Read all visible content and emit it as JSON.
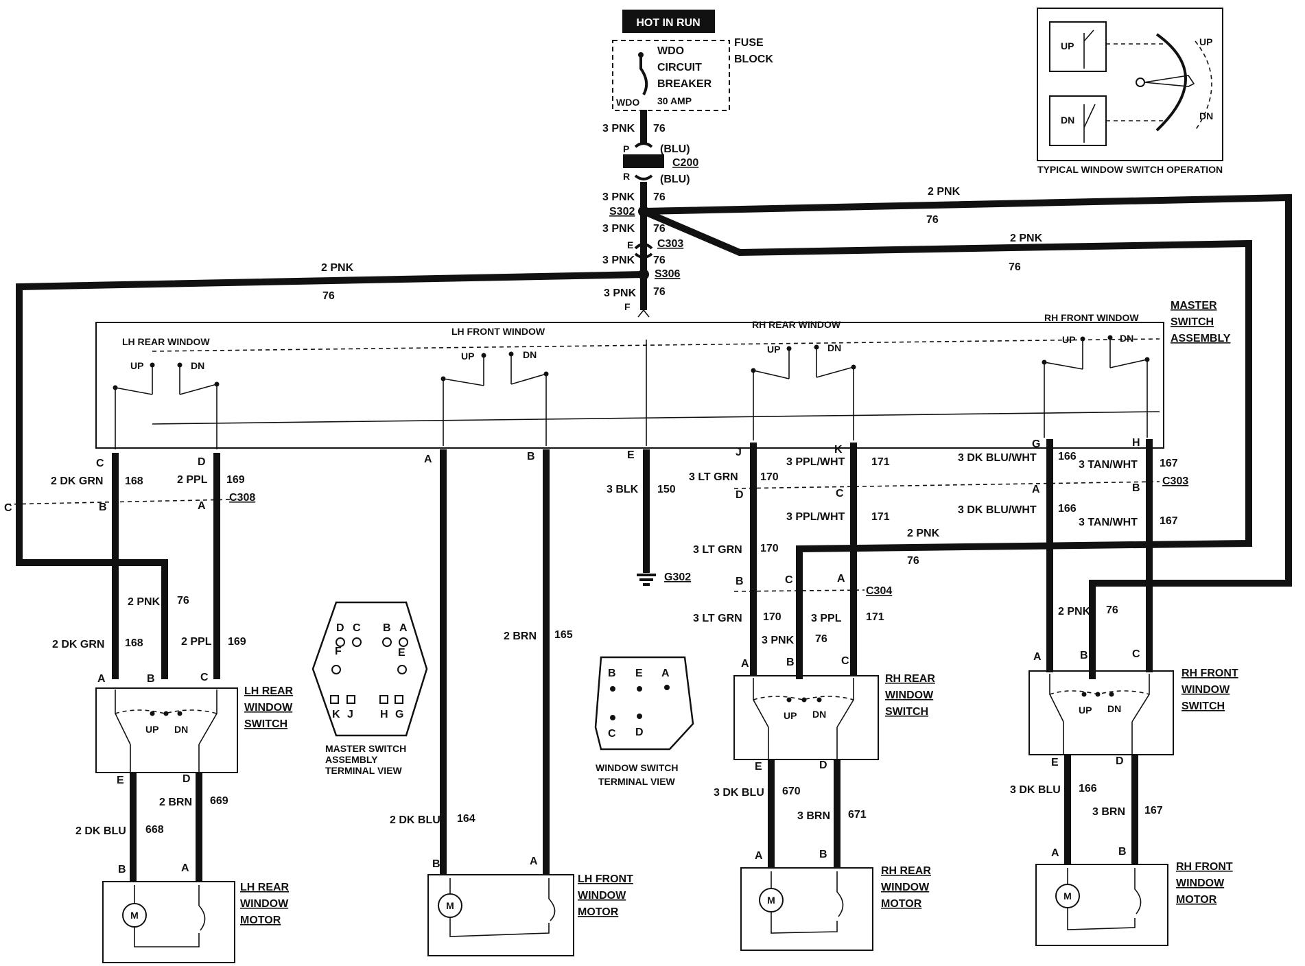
{
  "power": {
    "hot_in_run": "HOT IN RUN",
    "fuse_block": [
      "FUSE",
      "BLOCK"
    ],
    "breaker": [
      "WDO",
      "CIRCUIT",
      "BREAKER"
    ],
    "breaker_amp": "30 AMP",
    "breaker_terminal": "WDO"
  },
  "feed": {
    "w1": "3 PNK",
    "c1": "76",
    "c200_p": "P",
    "c200_r": "R",
    "blu1": "(BLU)",
    "blu2": "(BLU)",
    "c200": "C200",
    "w2": "3 PNK",
    "c2": "76",
    "s302": "S302",
    "w3": "3 PNK",
    "c3": "76",
    "c303_e": "E",
    "c303": "C303",
    "w4": "3 PNK",
    "c4": "76",
    "s306": "S306",
    "w5": "3 PNK",
    "c5": "76",
    "f": "F"
  },
  "branches": {
    "left_w": "2 PNK",
    "left_c": "76",
    "top_w": "2 PNK",
    "top_c": "76",
    "mid_w": "2 PNK",
    "mid_c": "76",
    "rr_w": "2 PNK",
    "rr_c": "76",
    "lr_w": "2 PNK",
    "lr_c": "76",
    "rf_w": "2 PNK",
    "rf_c": "76"
  },
  "master": {
    "title": [
      "MASTER",
      "SWITCH",
      "ASSEMBLY"
    ],
    "sections": [
      "LH REAR WINDOW",
      "LH FRONT WINDOW",
      "RH REAR WINDOW",
      "RH FRONT WINDOW"
    ],
    "up": "UP",
    "dn": "DN"
  },
  "master_out": {
    "c_pin": "C",
    "c_wire": "2 DK GRN",
    "c_circ": "168",
    "d_pin": "D",
    "d_wire": "2 PPL",
    "d_circ": "169",
    "c308": "C308",
    "c308_c": "C",
    "c308_b": "B",
    "c308_a": "A",
    "a_pin": "A",
    "b_pin": "B",
    "e_pin": "E",
    "e_wire": "3 BLK",
    "e_circ": "150",
    "g302": "G302",
    "j_pin": "J",
    "j_wire": "3 LT GRN",
    "j_circ": "170",
    "k_pin": "K",
    "k_wire": "3 PPL/WHT",
    "k_circ": "171",
    "g_pin": "G",
    "g_wire": "3 DK BLU/WHT",
    "g_circ": "166",
    "h_pin": "H",
    "h_wire": "3 TAN/WHT",
    "h_circ": "167",
    "c303b": "C303",
    "c303_d": "D",
    "c303_c": "C",
    "c303_a": "A",
    "c303_b": "B",
    "jj_wire": "3 LT GRN",
    "jj_circ": "170",
    "kk_wire": "3 PPL/WHT",
    "kk_circ": "171",
    "gg_wire": "3 DK BLU/WHT",
    "gg_circ": "166",
    "hh_wire": "3 TAN/WHT",
    "hh_circ": "167",
    "c304": "C304",
    "c304_b": "B",
    "c304_c": "C",
    "c304_a": "A",
    "r_lt_w": "3 LT GRN",
    "r_lt_c": "170",
    "r_lt2_w": "3 LT GRN",
    "r_lt2_c": "170",
    "r_ppl_w": "3 PPL",
    "r_ppl_c": "171",
    "r_pnk_w": "3 PNK",
    "r_pnk_c": "76"
  },
  "lh_rear": {
    "sw_title": [
      "LH REAR",
      "WINDOW",
      "SWITCH"
    ],
    "w_a": "2 DK GRN",
    "c_a": "168",
    "w_c": "2 PPL",
    "c_c": "169",
    "pin_a": "A",
    "pin_b": "B",
    "pin_c": "C",
    "pin_e": "E",
    "pin_d": "D",
    "up": "UP",
    "dn": "DN",
    "w_d": "2 BRN",
    "c_d": "669",
    "w_e": "2 DK BLU",
    "c_e": "668",
    "m_b": "B",
    "m_a": "A",
    "motor_title": [
      "LH REAR",
      "WINDOW",
      "MOTOR"
    ],
    "m": "M"
  },
  "lh_front": {
    "w_a": "2 DK BLU",
    "c_a": "164",
    "w_b": "2 BRN",
    "c_b": "165",
    "m_b": "B",
    "m_a": "A",
    "motor_title": [
      "LH FRONT",
      "WINDOW",
      "MOTOR"
    ],
    "m": "M"
  },
  "rh_rear": {
    "sw_title": [
      "RH REAR",
      "WINDOW",
      "SWITCH"
    ],
    "pin_a": "A",
    "pin_b": "B",
    "pin_c": "C",
    "pin_e": "E",
    "pin_d": "D",
    "up": "UP",
    "dn": "DN",
    "w_e": "3 DK BLU",
    "c_e": "670",
    "w_d": "3 BRN",
    "c_d": "671",
    "m_a": "A",
    "m_b": "B",
    "motor_title": [
      "RH REAR",
      "WINDOW",
      "MOTOR"
    ],
    "m": "M"
  },
  "rh_front": {
    "sw_title": [
      "RH FRONT",
      "WINDOW",
      "SWITCH"
    ],
    "pin_a": "A",
    "pin_b": "B",
    "pin_c": "C",
    "pin_e": "E",
    "pin_d": "D",
    "up": "UP",
    "dn": "DN",
    "w_e": "3 DK BLU",
    "c_e": "166",
    "w_d": "3 BRN",
    "c_d": "167",
    "m_a": "A",
    "m_b": "B",
    "motor_title": [
      "RH FRONT",
      "WINDOW",
      "MOTOR"
    ],
    "m": "M"
  },
  "terminal_master": {
    "pins_top": [
      "D",
      "C",
      "B",
      "A"
    ],
    "pin_f": "F",
    "pin_e": "E",
    "pins_bottom": [
      "K",
      "J",
      "H",
      "G"
    ],
    "caption": [
      "MASTER SWITCH",
      "ASSEMBLY",
      "TERMINAL VIEW"
    ]
  },
  "terminal_window": {
    "pins_top": [
      "B",
      "E",
      "A"
    ],
    "pins_bottom": [
      "C",
      "D"
    ],
    "caption": [
      "WINDOW SWITCH",
      "TERMINAL VIEW"
    ]
  },
  "inset": {
    "up": "UP",
    "dn": "DN",
    "up2": "UP",
    "dn2": "DN",
    "caption": "TYPICAL WINDOW SWITCH OPERATION"
  }
}
